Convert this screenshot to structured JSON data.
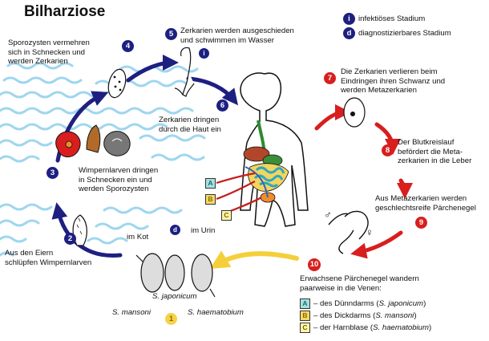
{
  "title": "Bilharziose",
  "legend": {
    "infective_badge": "i",
    "infective_label": "infektiöses Stadium",
    "diagnostic_badge": "d",
    "diagnostic_label": "diagnostizierbares Stadium"
  },
  "steps": [
    {
      "num": "1",
      "text": ""
    },
    {
      "num": "2",
      "text": "Aus den Eiern schlüpfen Wimpernlarven"
    },
    {
      "num": "3",
      "text": "Wimpernlarven dringen in Schnecken ein und werden Sporozysten"
    },
    {
      "num": "4",
      "text": "Sporozysten vermehren sich in Schnecken und werden Zerkarien"
    },
    {
      "num": "5",
      "text": "Zerkarien werden ausgeschieden und schwimmen im Wasser"
    },
    {
      "num": "6",
      "text": "Zerkarien dringen durch die Haut ein"
    },
    {
      "num": "7",
      "text": "Die Zerkarien verlieren beim Eindringen ihren Schwanz und werden Metazerkarien"
    },
    {
      "num": "8",
      "text": "Der Blutkreislauf befördert die Metazerkarien in die Leber"
    },
    {
      "num": "9",
      "text": "Aus Metazerkarien werden geschlechtsreife Pärchenegel"
    },
    {
      "num": "10",
      "text": "Erwachsene Pärchenegel wandern paarweise in die Venen:"
    }
  ],
  "text_lines": {
    "s4": [
      "Sporozysten vermehren",
      "sich in Schnecken und",
      "werden Zerkarien"
    ],
    "s5": [
      "Zerkarien werden ausgeschieden",
      "und schwimmen im Wasser"
    ],
    "s6": [
      "Zerkarien dringen",
      "durch die Haut ein"
    ],
    "s7": [
      "Die Zerkarien verlieren beim",
      "Eindringen ihren Schwanz und",
      "werden Metazerkarien"
    ],
    "s8": [
      "Der Blutkreislauf",
      "befördert die Meta-",
      "zerkarien in die Leber"
    ],
    "s9": [
      "Aus Metazerkarien werden",
      "geschlechtsreife Pärchenegel"
    ],
    "s3": [
      "Wimpernlarven dringen",
      "in Schnecken ein und",
      "werden Sporozysten"
    ],
    "s2": [
      "Aus den Eiern",
      "schlüpfen Wimpernlarven"
    ],
    "s10": [
      "Erwachsene Pärchenegel wandern",
      "paarweise in die Venen:"
    ]
  },
  "eggs": {
    "in_feces": "im Kot",
    "in_urine": "im Urin",
    "japonicum": "S. japonicum",
    "mansoni": "S. mansoni",
    "haematobium": "S. haematobium"
  },
  "veins": [
    {
      "key": "A",
      "prefix": "– des Dünndarms (",
      "species": "S. japonicum",
      "suffix": ")"
    },
    {
      "key": "B",
      "prefix": "– des Dickdarms (",
      "species": "S. mansoni",
      "suffix": ")"
    },
    {
      "key": "C",
      "prefix": "– der Harnblase (",
      "species": "S. haematobium",
      "suffix": ")"
    }
  ],
  "body_labels": [
    "A",
    "B",
    "C"
  ],
  "sex_symbols": {
    "male": "♂",
    "female": "♀"
  },
  "colors": {
    "blue_cycle": "#1d2080",
    "red_cycle": "#d81e1e",
    "yellow_arrow": "#f5cf3a",
    "water": "#9fd6ef",
    "label_a": "#a8e0e0",
    "label_b": "#f7d968",
    "label_c": "#fff6a8"
  }
}
